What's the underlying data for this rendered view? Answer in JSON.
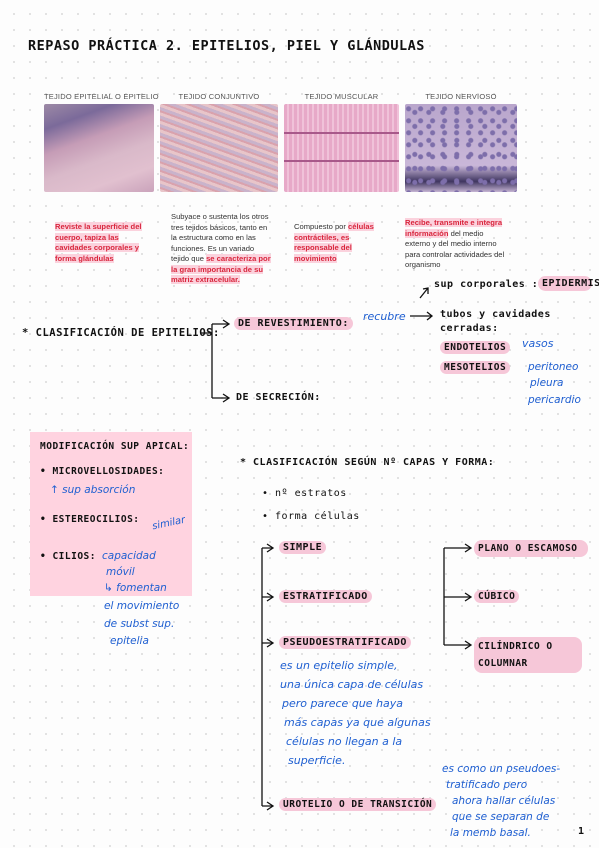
{
  "title": "REPASO PRÁCTICA 2. EPITELIOS, PIEL Y GLÁNDULAS",
  "tissues": [
    {
      "header": "TEJIDO EPITELIAL O EPITELIO",
      "desc": "Reviste la superficie del cuerpo, tapiza las cavidades corporales y forma glándulas"
    },
    {
      "header": "TEJIDO CONJUNTIVO",
      "desc_plain": "Subyace o sustenta los otros tres tejidos básicos, tanto en la estructura como en las funciones. Es un variado tejido que",
      "desc_red": "se caracteriza por la gran importancia de su matriz extracelular."
    },
    {
      "header": "TEJIDO MUSCULAR",
      "desc_plain": "Compuesto por",
      "desc_red": "células contráctiles, es responsable del movimiento"
    },
    {
      "header": "TEJIDO NERVIOSO",
      "desc_red": "Recibe, transmite e integra información",
      "desc_plain": "del medio externo y del medio interno para controlar actividades del organismo"
    }
  ],
  "clasif_epitelios": {
    "heading": "* CLASIFICACIÓN DE EPITELIOS:",
    "revestimiento": "DE REVESTIMIENTO:",
    "secrecion": "DE SECRECIÓN:",
    "recubre": "recubre",
    "sup_corporales": "sup corporales :",
    "epidermis": "EPIDERMIS",
    "tubos": "tubos y cavidades cerradas:",
    "endotelios": "ENDOTELIOS",
    "vasos": "vasos",
    "mesotelios": "MESOTELIOS",
    "peritoneo": "peritoneo",
    "pleura": "pleura",
    "pericardio": "pericardio"
  },
  "mod_apical": {
    "heading": "MODIFICACIÓN SUP APICAL:",
    "microvellosidades": "• MICROVELLOSIDADES:",
    "absorcion": "↑ sup absorción",
    "estereocilios": "• ESTEREOCILIOS:",
    "similar": "similar",
    "cilios": "• CILIOS:",
    "cilios_note": [
      "capacidad",
      "móvil",
      "↳ fomentan",
      "el movimiento",
      "de subst sup.",
      "epitelia"
    ]
  },
  "clasif_capas": {
    "heading": "* CLASIFICACIÓN SEGÚN Nº CAPAS Y FORMA:",
    "bullet1": "• nº estratos",
    "bullet2": "• forma células",
    "simple": "SIMPLE",
    "estratificado": "ESTRATIFICADO",
    "pseudo": "PSEUDOESTRATIFICADO",
    "pseudo_note": [
      "es un epitelio simple,",
      "una única capa de células",
      "pero parece que haya",
      "más capas ya que algunas",
      "células no llegan a la",
      "superficie."
    ],
    "urotelio": "UROTELIO O DE TRANSICIÓN",
    "urotelio_note": [
      "es como un pseudoes-",
      "tratificado pero",
      "ahora hallar células",
      "que se separan de",
      "la memb basal."
    ],
    "plano": "PLANO O ESCAMOSO",
    "cubico": "CÚBICO",
    "cilindrico": "CILÍNDRICO O COLUMNAR"
  },
  "page_number": "1"
}
